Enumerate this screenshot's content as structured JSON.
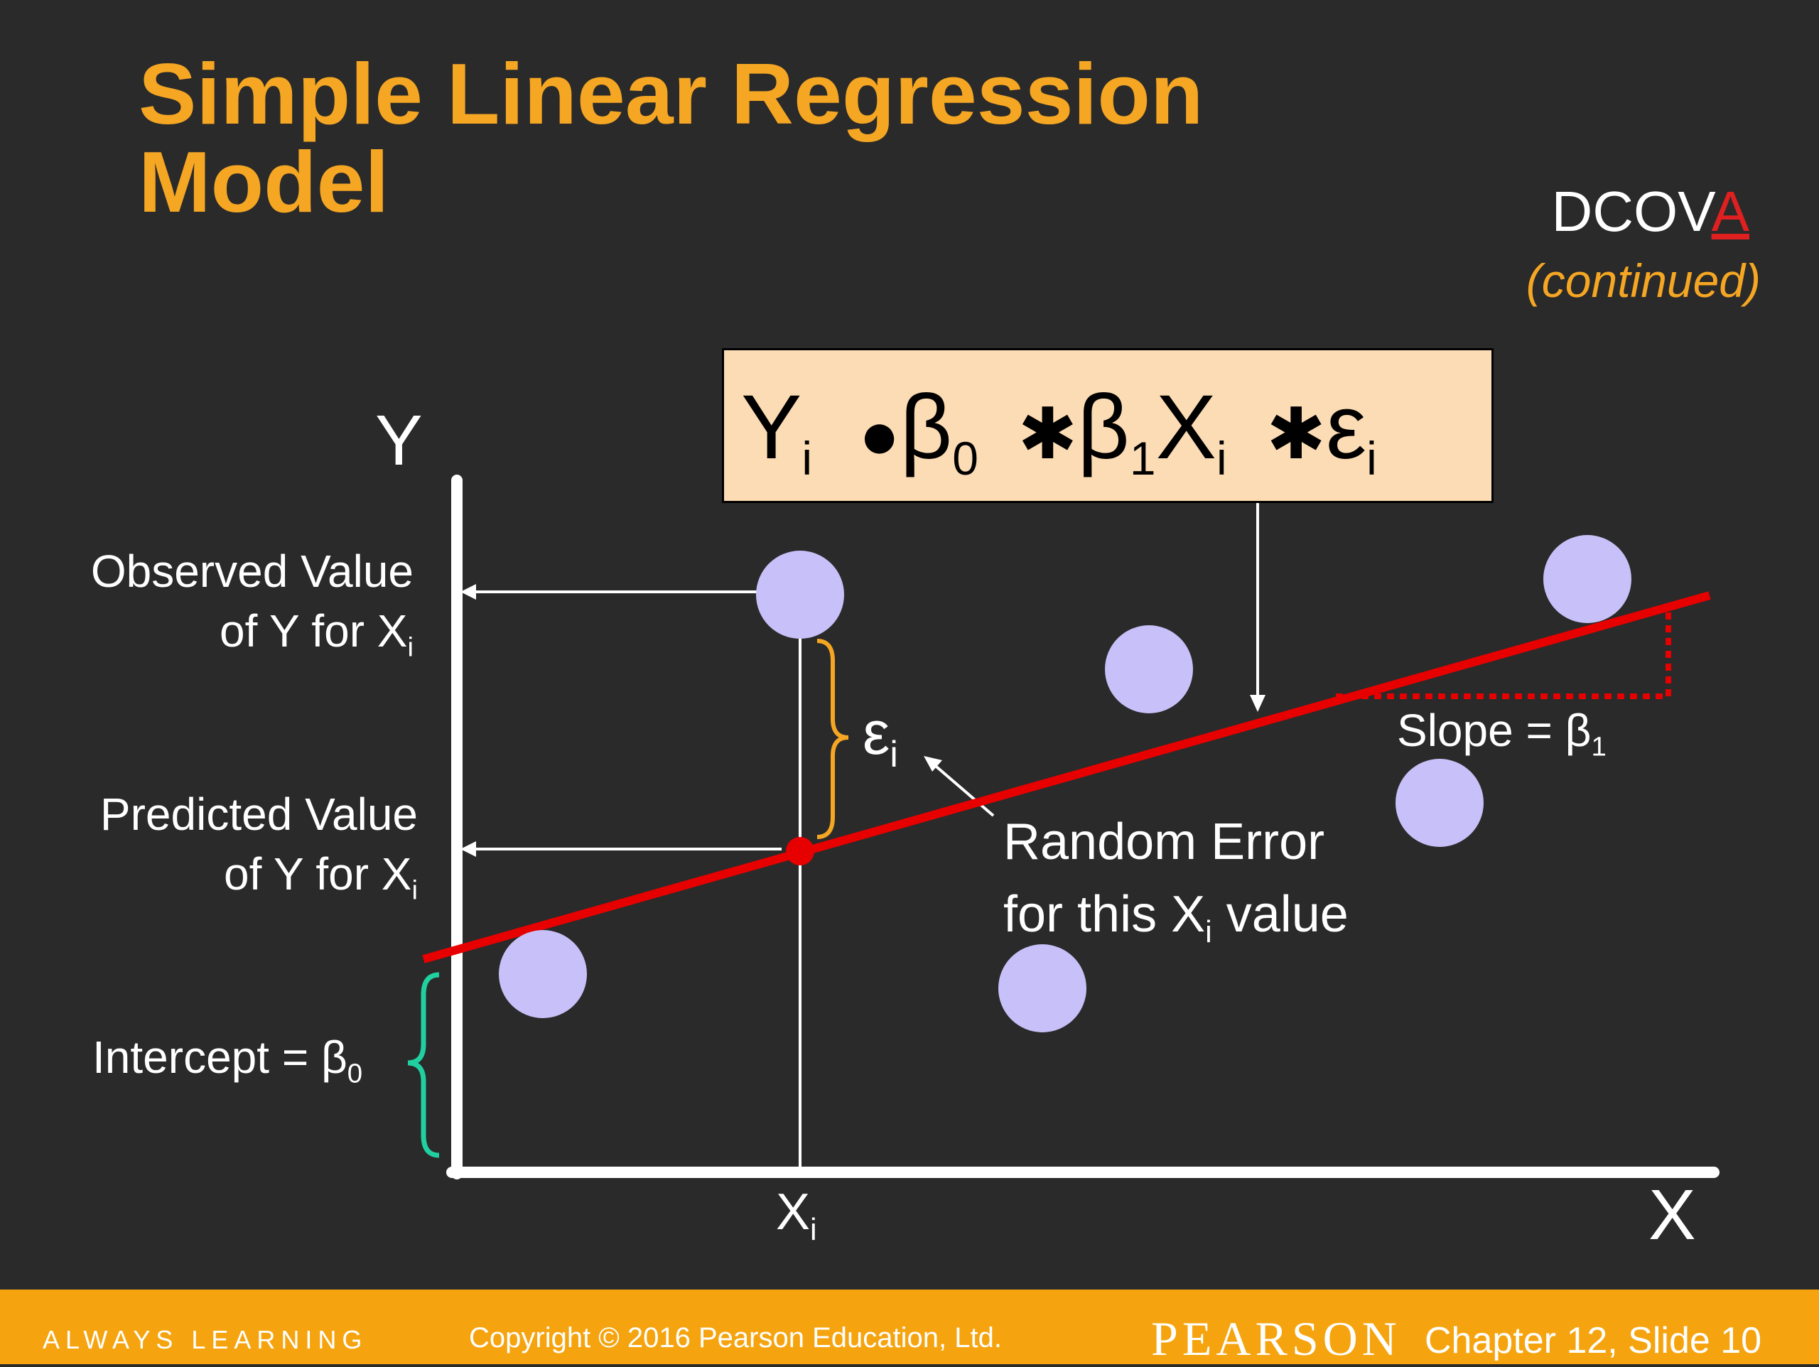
{
  "title": {
    "line1": "Simple Linear Regression",
    "line2": "Model"
  },
  "corner": {
    "prefix": "DCOV",
    "highlight": "A",
    "continued": "(continued)"
  },
  "equation": {
    "y": "Y",
    "y_sub": "i",
    "eq_glyph": "●",
    "beta": "β",
    "beta0_sub": "0",
    "plus_glyph_1": "✱",
    "beta1_sub": "1",
    "x": "X",
    "x_sub": "i",
    "plus_glyph_2": "✱",
    "eps": "ε",
    "eps_sub": "i"
  },
  "axes": {
    "y_label": "Y",
    "x_label": "X",
    "xi_label": "X",
    "xi_sub": "i"
  },
  "labels": {
    "observed_line1": "Observed Value",
    "observed_line2": "of Y for X",
    "observed_sub": "i",
    "predicted_line1": "Predicted Value",
    "predicted_line2": "of Y for X",
    "predicted_sub": "i",
    "intercept": "Intercept = β",
    "intercept_sub": "0",
    "slope": "Slope = β",
    "slope_sub": "1",
    "epsilon": "ε",
    "epsilon_sub": "i",
    "random_error_line1": "Random Error",
    "random_error_line2a": "for this X",
    "random_error_sub": "i",
    "random_error_line2b": " value"
  },
  "footer": {
    "tagline": "ALWAYS LEARNING",
    "copyright": "Copyright © 2016 Pearson Education, Ltd.",
    "brand": "PEARSON",
    "slide": "Chapter 12, Slide 10"
  },
  "colors": {
    "title": "#f5a623",
    "background": "#2a2a2a",
    "regression_line": "#e60000",
    "points": "#c8c0f8",
    "equation_box": "#fcdcb4",
    "error_brace": "#f5a623",
    "intercept_brace": "#20d0a0",
    "footer": "#f5a40f"
  }
}
